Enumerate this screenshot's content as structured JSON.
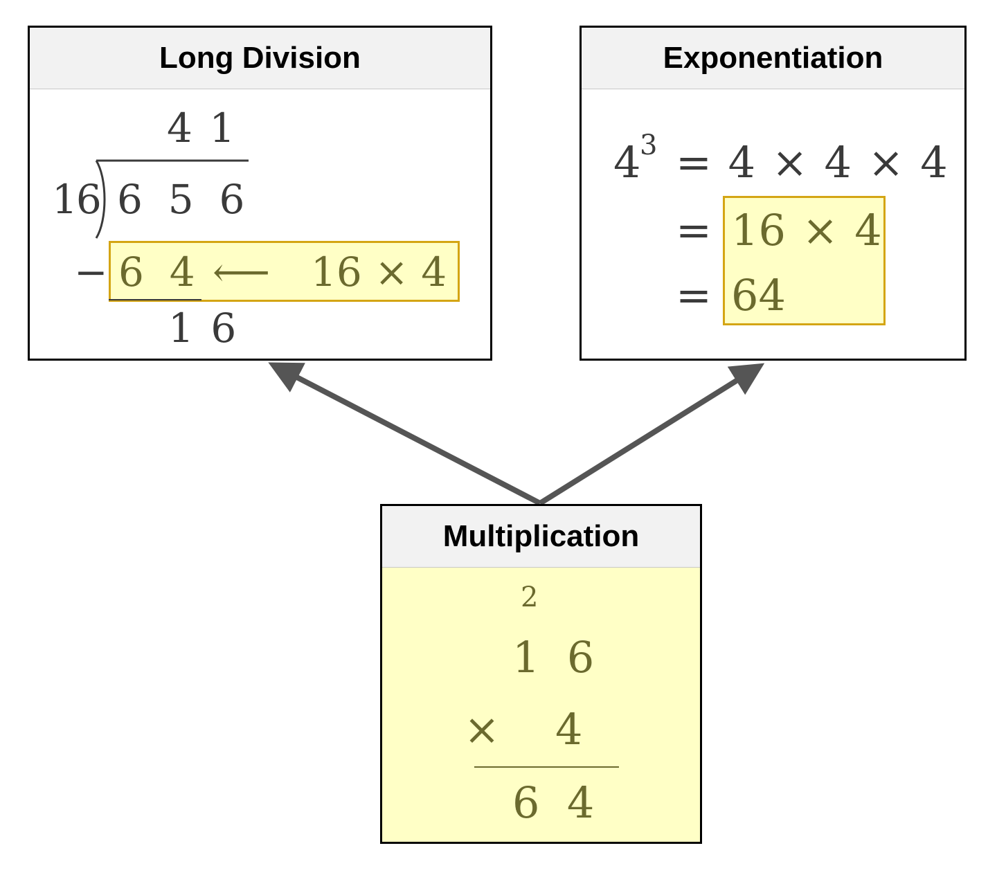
{
  "colors": {
    "highlight_fill": "#ffffc6",
    "highlight_border": "#d4a514",
    "highlight_text": "#6b6a2e",
    "math_text": "#3a3a3a",
    "arrow": "#555555",
    "header_fill": "#f2f2f2"
  },
  "long_division": {
    "title": "Long Division",
    "quotient": "4 1",
    "divisor": "16",
    "dividend": "6  5  6",
    "minus": "−",
    "subtrahend": "6  4",
    "arrow": "⟵",
    "product_note": "16 × 4",
    "remainder": "1 6"
  },
  "exponentiation": {
    "base": "4",
    "exponent": "3",
    "title": "Exponentiation",
    "line1_rhs": "= 4 × 4 × 4",
    "eq2": "=",
    "line2_rhs": "16 × 4",
    "eq3": "=",
    "line3_rhs": "64"
  },
  "multiplication": {
    "title": "Multiplication",
    "carry": "2",
    "top": "1  6",
    "times": "×",
    "bottom": "4",
    "result": "6  4"
  }
}
